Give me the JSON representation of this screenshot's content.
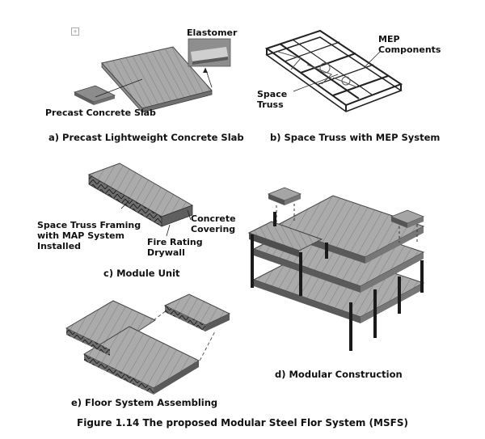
{
  "panels": {
    "a": {
      "caption": "a) Precast Lightweight Concrete Slab",
      "labels": {
        "elastomer": "Elastomer",
        "slab": "Precast Concrete Slab"
      }
    },
    "b": {
      "caption": "b) Space Truss with MEP System",
      "labels": {
        "mep_line1": "MEP",
        "mep_line2": "Components",
        "truss_line1": "Space",
        "truss_line2": "Truss"
      }
    },
    "c": {
      "caption": "c) Module Unit",
      "labels": {
        "framing_line1": "Space Truss Framing",
        "framing_line2": "with MAP System",
        "framing_line3": "Installed",
        "covering_line1": "Concrete",
        "covering_line2": "Covering",
        "drywall_line1": "Fire Rating",
        "drywall_line2": "Drywall"
      }
    },
    "d": {
      "caption": "d) Modular Construction"
    },
    "e": {
      "caption": "e) Floor System Assembling"
    }
  },
  "figure_title": "Figure 1.14 The proposed Modular Steel Flor System (MSFS)",
  "colors": {
    "slab": "#9a9a9a",
    "slab_top": "#b8b8b8",
    "edge": "#444444",
    "column": "#1a1a1a"
  }
}
